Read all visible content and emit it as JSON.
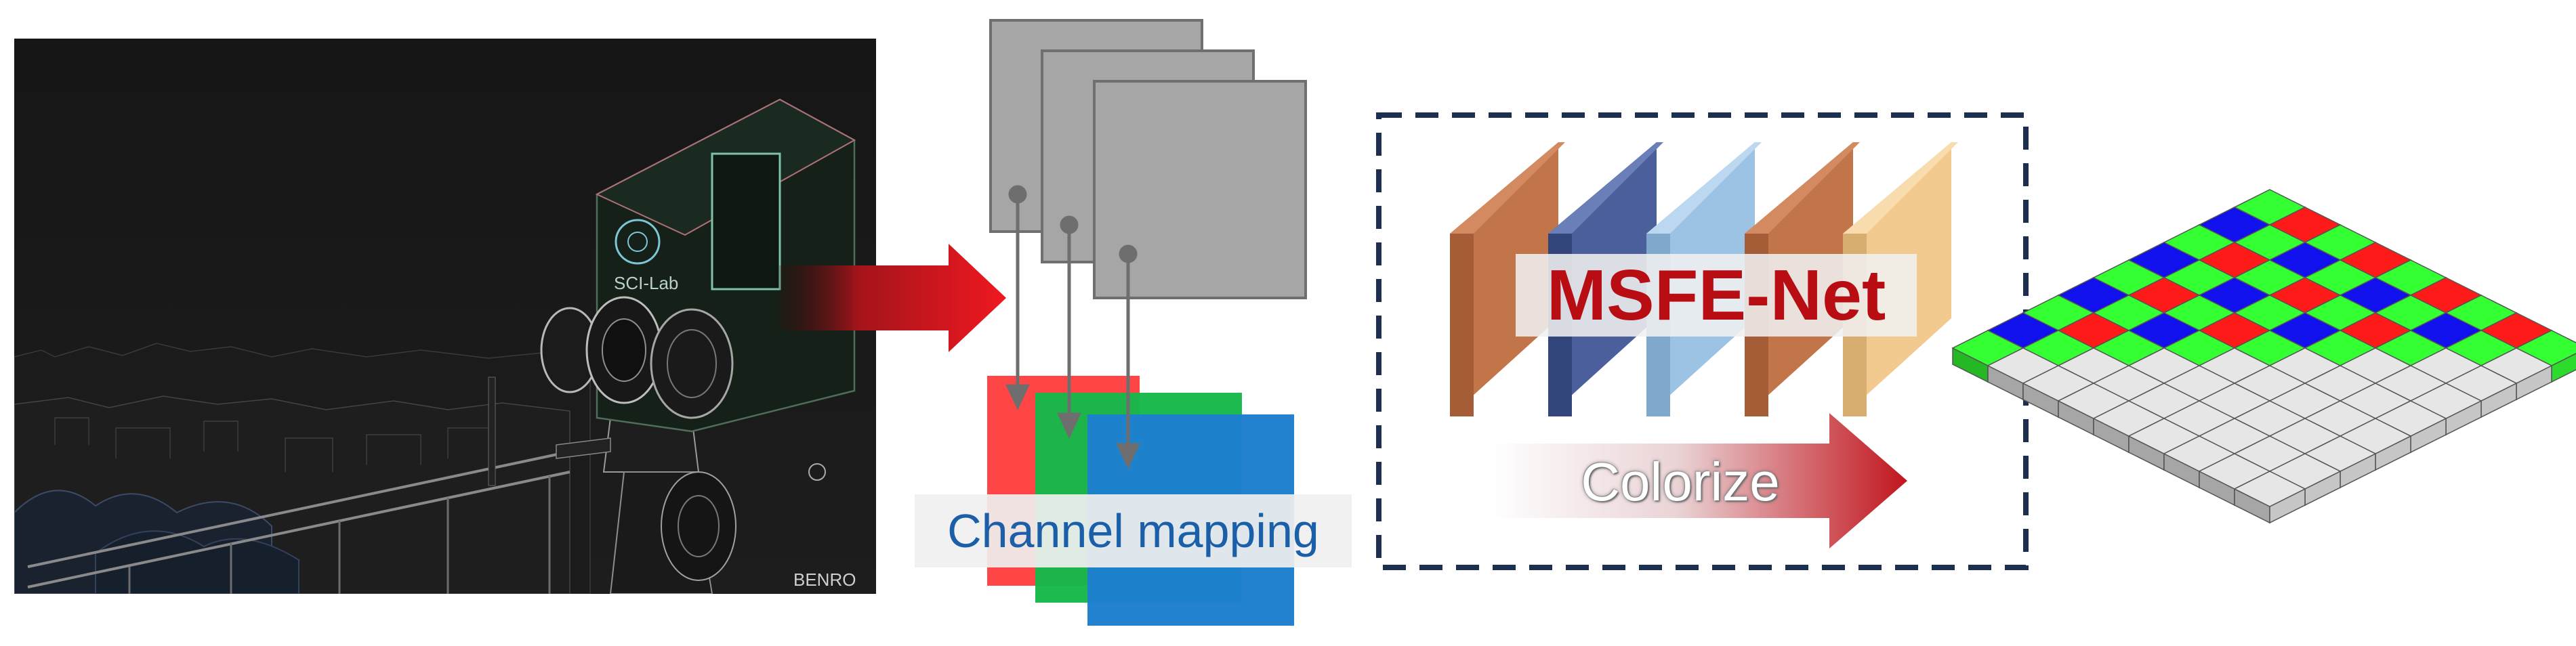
{
  "labels": {
    "channel_mapping": "Channel mapping",
    "network_name": "MSFE-Net",
    "colorize": "Colorize"
  },
  "photo": {
    "camera_brand_text": "SCI-Lab",
    "tripod_brand_text": "BENRO"
  },
  "colors": {
    "arrow_red": "#e8141b",
    "network_blocks": [
      "#c27548",
      "#4a5f9c",
      "#9cc2e4",
      "#c27548",
      "#f2c98e"
    ],
    "channel_planes": [
      "#ff3b3b",
      "#16b84a",
      "#1f7fce"
    ],
    "gray_planes": "#a6a6a6",
    "dashed_box": "#1d2f4e",
    "mosaic": {
      "red": "#ff1a1a",
      "green": "#33ff33",
      "blue": "#1111ee",
      "empty": "#e6e6e6"
    }
  },
  "mosaic_pattern": {
    "rows": 9,
    "cols": 9,
    "filled_per_row": [
      9,
      8,
      7,
      6,
      5,
      4,
      3,
      2,
      1
    ]
  }
}
